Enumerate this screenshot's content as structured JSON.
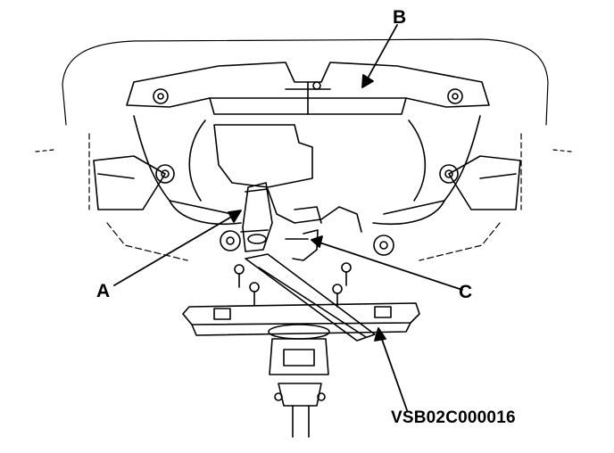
{
  "callouts": {
    "a": "A",
    "b": "B",
    "c": "C"
  },
  "figure_code": "VSB02C000016",
  "colors": {
    "line": "#000000",
    "background": "#ffffff"
  }
}
